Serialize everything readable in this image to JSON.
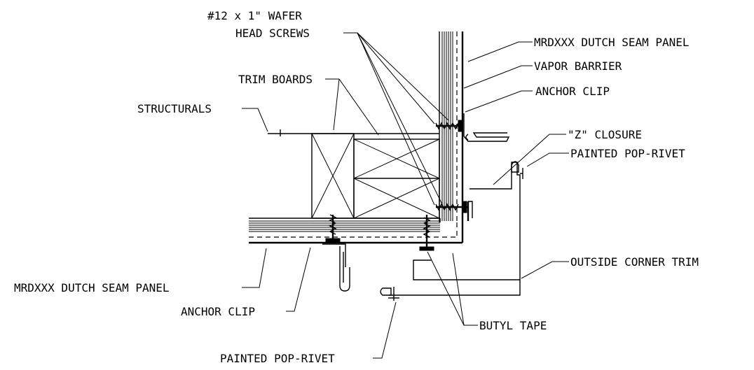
{
  "labels": {
    "screws_line1": "#12 x 1\" WAFER",
    "screws_line2": "HEAD SCREWS",
    "trim_boards": "TRIM BOARDS",
    "structurals": "STRUCTURALS",
    "panel_top": "MRDXXX DUTCH SEAM PANEL",
    "vapor_barrier": "VAPOR BARRIER",
    "anchor_clip_top": "ANCHOR CLIP",
    "z_closure": "\"Z\" CLOSURE",
    "pop_rivet_top": "PAINTED POP-RIVET",
    "outside_corner_trim": "OUTSIDE CORNER TRIM",
    "panel_bottom": "MRDXXX DUTCH SEAM PANEL",
    "anchor_clip_bottom": "ANCHOR CLIP",
    "butyl_tape": "BUTYL TAPE",
    "pop_rivet_bottom": "PAINTED POP-RIVET"
  }
}
